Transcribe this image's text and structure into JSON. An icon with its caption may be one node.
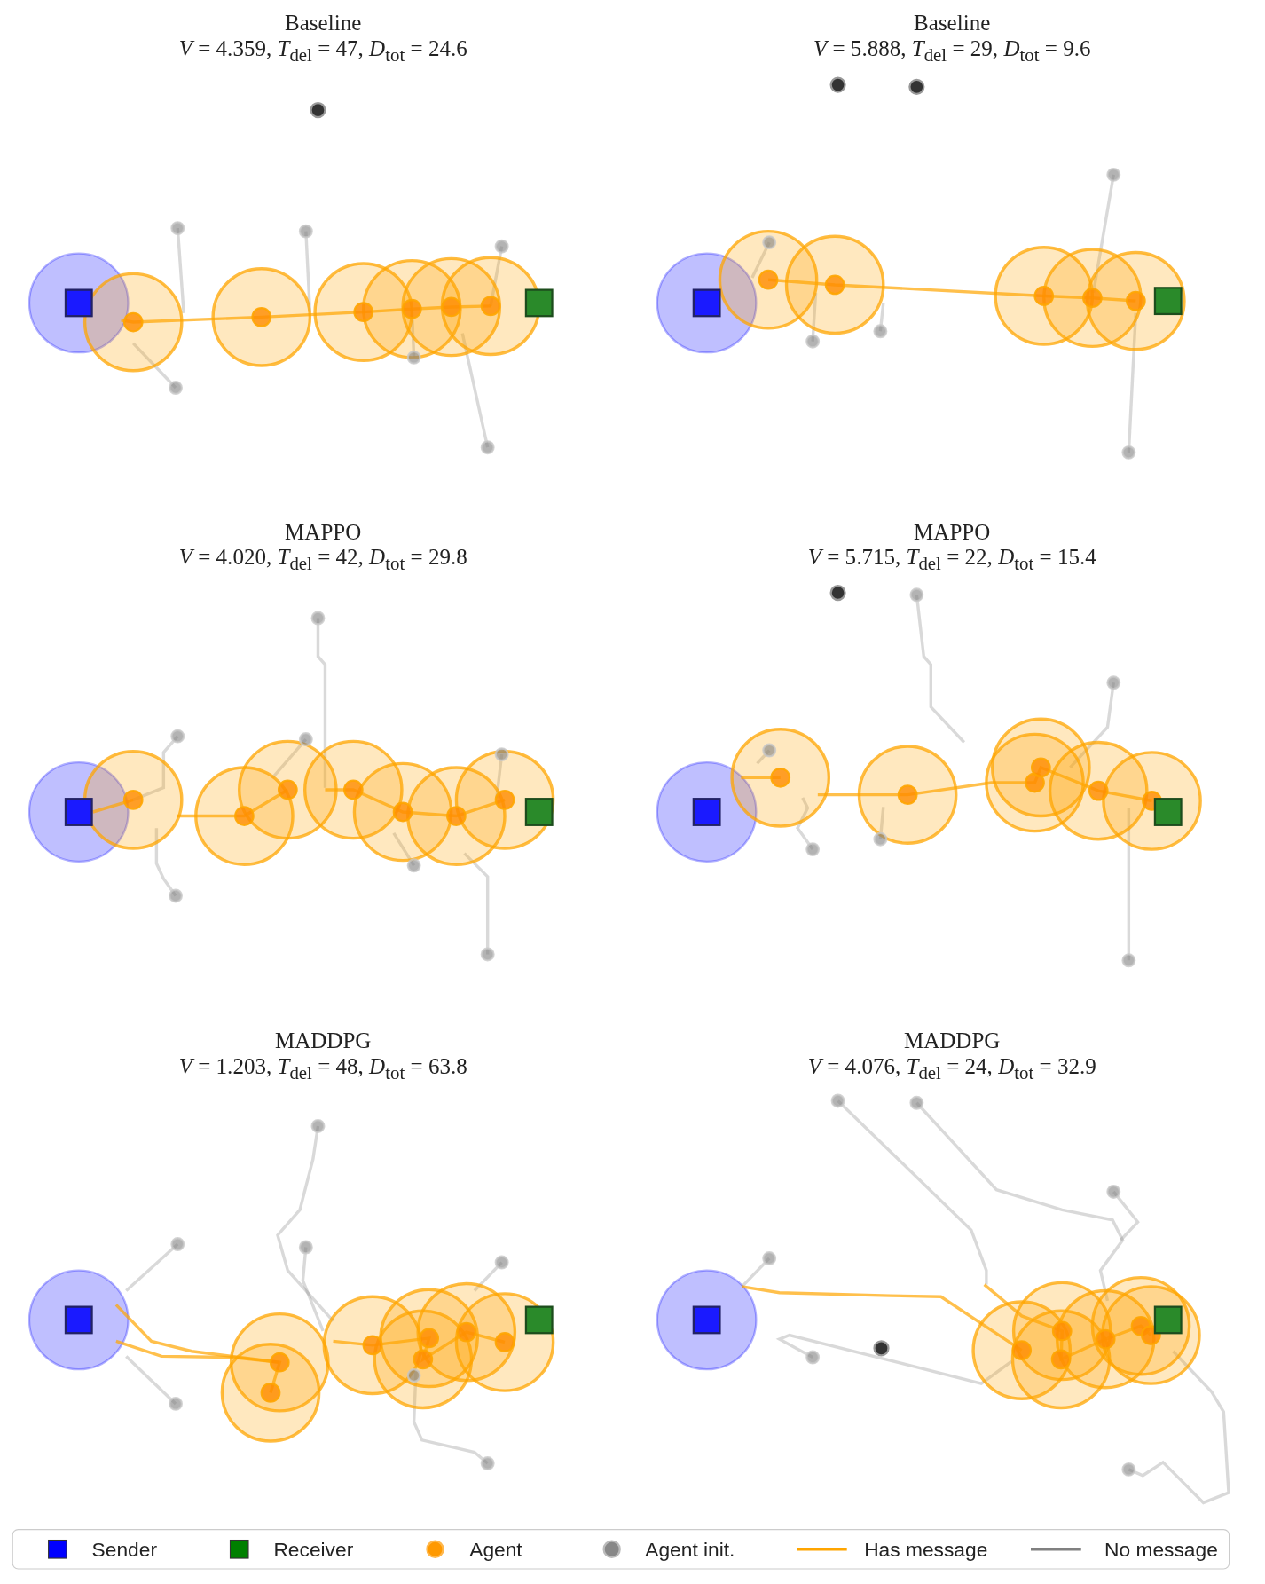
{
  "diagram": {
    "labels": [
      "Baseline",
      "*V* = 4.359, *T*$_{del}$ = 47, *D*$_{tot}$ = 24.6",
      "Baseline",
      "*V* = 5.888, *T*$_{del}$ = 29, *D*$_{tot}$ = 9.6",
      "MAPPO",
      "*V* = 4.020, *T*$_{del}$ = 42, *D*$_{tot}$ = 29.8",
      "MAPPO",
      "*V* = 5.715, *T*$_{del}$ = 22, *D*$_{tot}$ = 15.4",
      "MADDPG",
      "*V* = 1.203, *T*$_{del}$ = 48, *D*$_{tot}$ = 63.8",
      "MADDPG",
      "*V* = 4.076, *T*$_{del}$ = 24, *D*$_{tot}$ = 32.9"
    ],
    "legend": [
      {
        "text": "Sender",
        "color": "#0000ff"
      },
      {
        "text": "Receiver",
        "color": "#008000"
      },
      {
        "text": "Agent"
      },
      {
        "text": "Agent init."
      },
      {
        "text": "Has message"
      },
      {
        "text": "No message"
      }
    ]
  }
}
